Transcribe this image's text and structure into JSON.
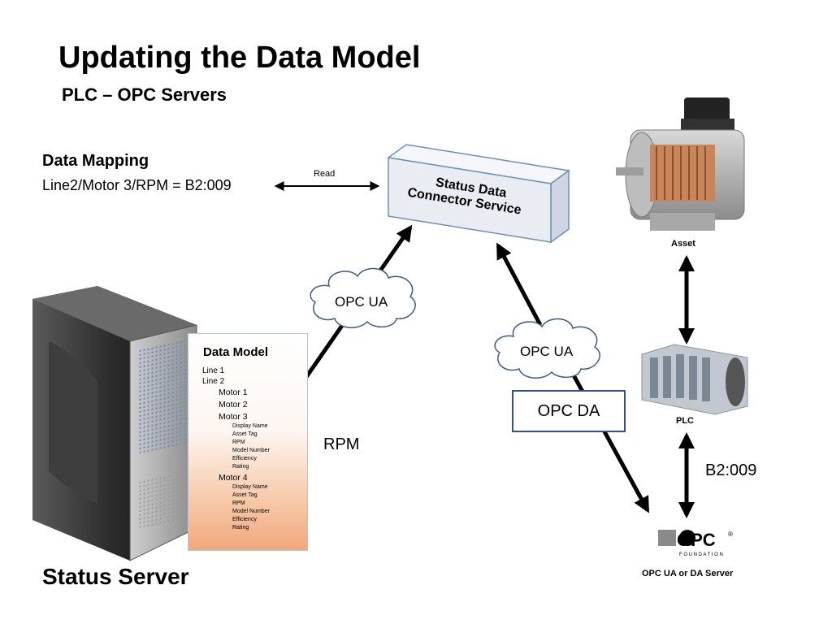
{
  "slide": {
    "title": "Updating the Data Model",
    "subtitle": "PLC – OPC Servers"
  },
  "mapping": {
    "heading": "Data Mapping",
    "text": "Line2/Motor 3/RPM = B2:009",
    "read_label": "Read"
  },
  "connector": {
    "line1": "Status Data",
    "line2": "Connector Service"
  },
  "clouds": {
    "left": "OPC UA",
    "right": "OPC UA"
  },
  "opc_da_box": "OPC DA",
  "labels": {
    "rpm": "RPM",
    "b2": "B2:009",
    "asset": "Asset",
    "plc": "PLC",
    "opc_server": "OPC UA or DA Server",
    "status_server": "Status Server",
    "opc_logo": "OPC",
    "opc_logo_sub": "F O U N D A T I O N",
    "opc_logo_reg": "®"
  },
  "data_model": {
    "title": "Data Model",
    "line1": "Line 1",
    "line2": "Line 2",
    "motor1": "Motor 1",
    "motor2": "Motor 2",
    "motor3": "Motor 3",
    "motor3_fields": [
      "Display Name",
      "Asset Tag",
      "RPM",
      "Model Number",
      "Efficiency",
      "Rating"
    ],
    "motor4": "Motor 4",
    "motor4_fields": [
      "Display Name",
      "Asset Tag",
      "RPM",
      "Model Number",
      "Efficiency",
      "Rating"
    ]
  },
  "colors": {
    "arrow": "#000000",
    "box_border": "#6e8fb5",
    "box_front": "#e8eef5",
    "cloud_border": "#3b5a8a",
    "opc_da_border": "#2f4f8f",
    "panel_gradient_bottom": "#f2a77c"
  }
}
